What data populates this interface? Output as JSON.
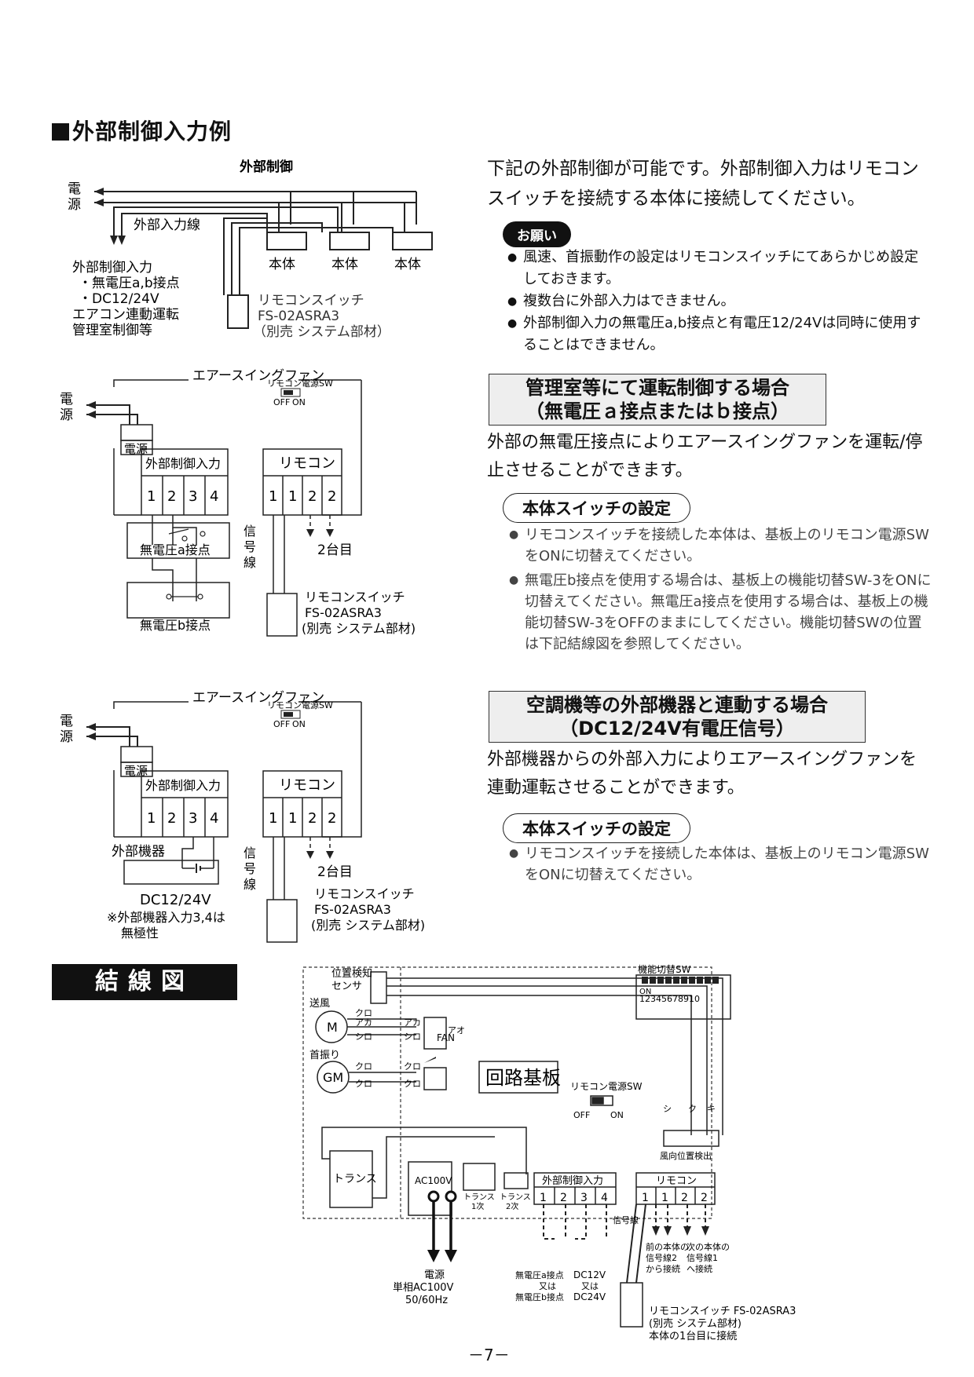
{
  "section_title": "外部制御入力例",
  "intro_text": "下記の外部制御が可能です。外部制御入力はリモコンスイッチを接続する本体に接続してください。",
  "request": {
    "label": "お願い",
    "items": [
      "風速、首振動作の設定はリモコンスイッチにてあらかじめ設定しておきます。",
      "複数台に外部入力はできません。",
      "外部制御入力の無電圧a,b接点と有電圧12/24Vは同時に使用することはできません。"
    ]
  },
  "case1": {
    "heading_line1": "管理室等にて運転制御する場合",
    "heading_line2": "（無電圧ａ接点またはｂ接点）",
    "body": "外部の無電圧接点によりエアースイングファンを運転/停止させることができます。",
    "switch_label": "本体スイッチの設定",
    "items": [
      "リモコンスイッチを接続した本体は、基板上のリモコン電源SWをONに切替えてください。",
      "無電圧b接点を使用する場合は、基板上の機能切替SW-3をONに切替えてください。無電圧a接点を使用する場合は、基板上の機能切替SW-3をOFFのままにしてください。機能切替SWの位置は下記結線図を参照してください。"
    ]
  },
  "case2": {
    "heading_line1": "空調機等の外部機器と連動する場合",
    "heading_line2": "（DC12/24V有電圧信号）",
    "body": "外部機器からの外部入力によりエアースイングファンを連動運転させることができます。",
    "switch_label": "本体スイッチの設定",
    "items": [
      "リモコンスイッチを接続した本体は、基板上のリモコン電源SWをONに切替えてください。"
    ]
  },
  "diagram1": {
    "title": "外部制御",
    "power": [
      "電",
      "源"
    ],
    "ext_line": "外部入力線",
    "units": [
      "本体",
      "本体",
      "本体"
    ],
    "ext_input": [
      "外部制御入力",
      "・無電圧a,b接点",
      "・DC12/24V",
      "エアコン連動運転",
      "管理室制御等"
    ],
    "remote": [
      "リモコンスイッチ",
      "FS-02ASRA3",
      "（別売 システム部材）"
    ]
  },
  "diagram2": {
    "title": "エアースイングファン",
    "power": [
      "電",
      "源"
    ],
    "power_box": "電源",
    "sw_label": "リモコン電源SW",
    "sw_off": "OFF",
    "sw_on": "ON",
    "ext_box": "外部制御入力",
    "ext_terms": [
      "1",
      "2",
      "3",
      "4"
    ],
    "rem_box": "リモコン",
    "rem_terms": [
      "1",
      "1",
      "2",
      "2"
    ],
    "contact_a": "無電圧a接点",
    "contact_b": "無電圧b接点",
    "signal": [
      "信",
      "号",
      "線"
    ],
    "second": "2台目",
    "remote": [
      "リモコンスイッチ",
      "FS-02ASRA3",
      "(別売 システム部材)"
    ]
  },
  "diagram3": {
    "title": "エアースイングファン",
    "power": [
      "電",
      "源"
    ],
    "power_box": "電源",
    "sw_label": "リモコン電源SW",
    "sw_off": "OFF",
    "sw_on": "ON",
    "ext_box": "外部制御入力",
    "ext_terms": [
      "1",
      "2",
      "3",
      "4"
    ],
    "rem_box": "リモコン",
    "rem_terms": [
      "1",
      "1",
      "2",
      "2"
    ],
    "ext_device": "外部機器",
    "dc": "DC12/24V",
    "note": [
      "※外部機器入力3,4は",
      "無極性"
    ],
    "signal": [
      "信",
      "号",
      "線"
    ],
    "second": "2台目",
    "remote": [
      "リモコンスイッチ",
      "FS-02ASRA3",
      "(別売 システム部材)"
    ]
  },
  "wiring_title": "結線図",
  "wiring": {
    "sensor": [
      "位置検知",
      "センサ"
    ],
    "fan": "送風",
    "motor": "M",
    "swing": "首振り",
    "gm": "GM",
    "kuro": "クロ",
    "aka": "アカ",
    "shiro": "シロ",
    "ao": "アオ",
    "fan_conn": "FAN",
    "board": "回路基板",
    "func_sw": "機能切替SW",
    "func_on": "ON",
    "func_nums": "12345678910",
    "rem_sw": "リモコン電源SW",
    "sw_off": "OFF",
    "sw_on": "ON",
    "wind_det": "風向位置検出",
    "det_pins": [
      "シ",
      "ク",
      "キ"
    ],
    "trans": "トランス",
    "ac": "AC100V",
    "trans1": [
      "トランス",
      "1次"
    ],
    "trans2": [
      "トランス",
      "2次"
    ],
    "ext_box": "外部制御入力",
    "ext_terms": [
      "1",
      "2",
      "3",
      "4"
    ],
    "rem_box": "リモコン",
    "rem_terms": [
      "1",
      "1",
      "2",
      "2"
    ],
    "signal": "信号線",
    "power": [
      "電源",
      "単相AC100V",
      "50/60Hz"
    ],
    "contact": [
      "無電圧a接点",
      "又は",
      "無電圧b接点"
    ],
    "dc": [
      "DC12V",
      "又は",
      "DC24V"
    ],
    "prev": [
      "前の本体の",
      "信号線2",
      "から接続"
    ],
    "next": [
      "次の本体の",
      "信号線1",
      "へ接続"
    ],
    "remote": [
      "リモコンスイッチ FS-02ASRA3",
      "(別売 システム部材)",
      "本体の1台目に接続"
    ]
  },
  "page_number": "－7－"
}
